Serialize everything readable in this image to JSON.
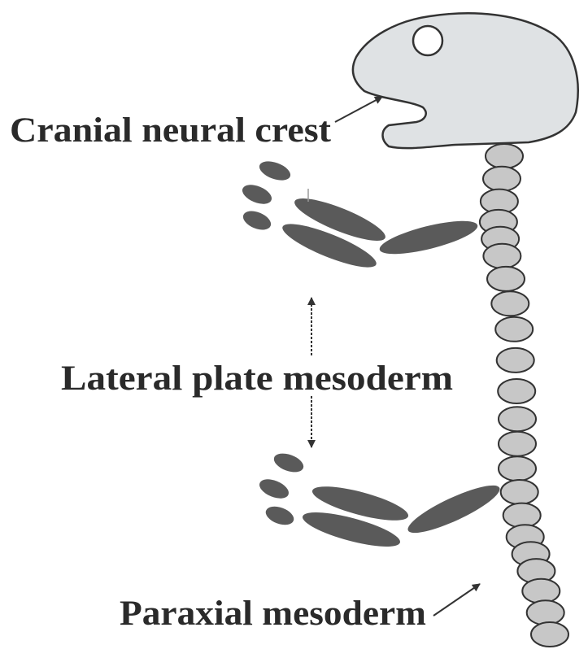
{
  "labels": {
    "cranial_neural_crest": "Cranial neural crest",
    "lateral_plate_mesoderm": "Lateral plate mesoderm",
    "paraxial_mesoderm": "Paraxial mesoderm"
  },
  "colors": {
    "background": "#ffffff",
    "head_fill": "#dfe2e4",
    "outline": "#333333",
    "limb_fill": "#5a5a5a",
    "somite_fill": "#c7c7c7",
    "text": "#2a2a2a"
  },
  "somite_count": 22
}
